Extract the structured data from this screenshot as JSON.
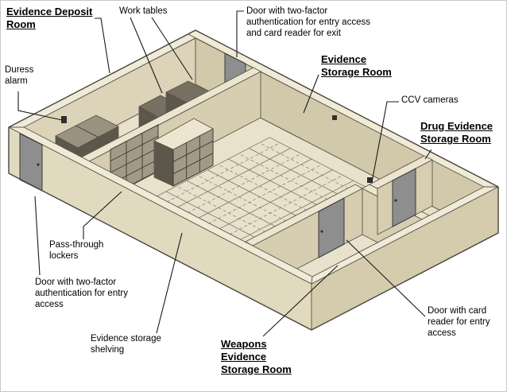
{
  "labels": {
    "evidence_deposit_room": "Evidence Deposit Room",
    "work_tables": "Work tables",
    "door_two_factor_entry_exit": "Door with two-factor authentication for entry access and card reader for exit",
    "evidence_storage_room": "Evidence Storage Room",
    "ccv_cameras": "CCV cameras",
    "drug_evidence_storage_room": "Drug Evidence Storage Room",
    "duress_alarm": "Duress alarm",
    "pass_through_lockers": "Pass-through lockers",
    "door_two_factor_entry": "Door with two-factor authentication for entry access",
    "evidence_storage_shelving": "Evidence storage shelving",
    "weapons_evidence_storage_room": "Weapons Evidence Storage Room",
    "door_card_reader": "Door with card reader for entry access"
  },
  "palette": {
    "background": "#ffffff",
    "floor": "#e8e1cb",
    "wall_top": "#f0ead8",
    "wall_inner_left": "#dcd3b8",
    "wall_inner_right": "#d2c9ab",
    "wall_outer_front_left": "#e2dabf",
    "wall_outer_front_right": "#d5ccae",
    "interior_wall_face": "#d7ceb1",
    "interior_wall_top": "#ece5d0",
    "door": "#8e8e8e",
    "furniture_top": "#767062",
    "furniture_side": "#5c564b",
    "cabinet_top": "#9a9281",
    "locker_face": "#a29a87",
    "locker_line": "#3d392f",
    "grid_line": "#7c7464",
    "grid_dash": "#8e8676",
    "edge": "#5a5547",
    "leader": "#1a1a1a",
    "text": "#000000"
  }
}
